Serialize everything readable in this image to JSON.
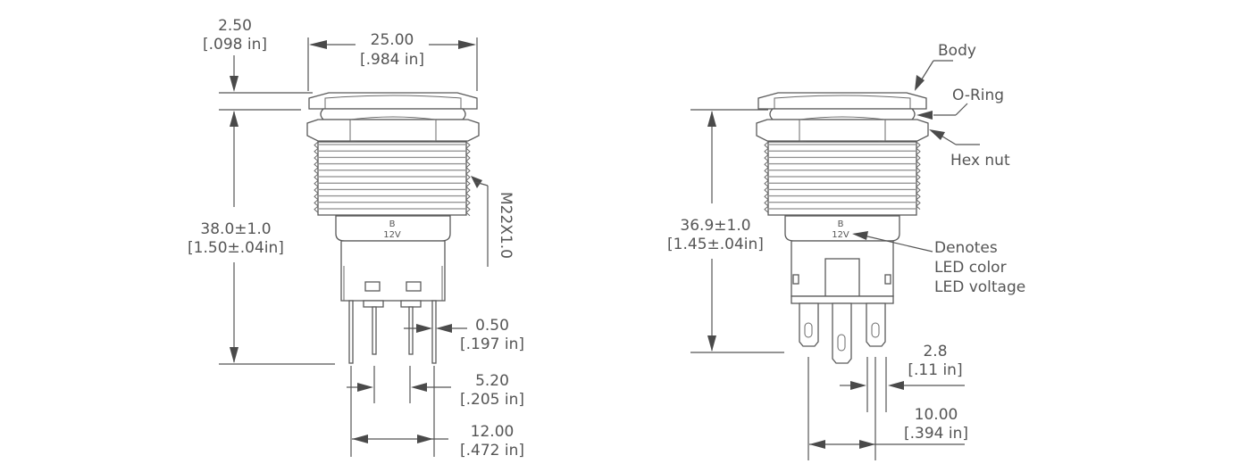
{
  "left_view": {
    "dim_flange_thickness": {
      "mm": "2.50",
      "in": "[.098 in]"
    },
    "dim_width": {
      "mm": "25.00",
      "in": "[.984 in]"
    },
    "dim_height": {
      "mm": "38.0±1.0",
      "in": "[1.50±.04in]"
    },
    "thread_spec": "M22X1.0",
    "marking": {
      "color_code": "B",
      "voltage": "12V"
    },
    "dim_pin_width": {
      "mm": "0.50",
      "in": "[.197 in]"
    },
    "dim_pin_gap": {
      "mm": "5.20",
      "in": "[.205 in]"
    },
    "dim_pin_span": {
      "mm": "12.00",
      "in": "[.472 in]"
    }
  },
  "right_view": {
    "dim_height": {
      "mm": "36.9±1.0",
      "in": "[1.45±.04in]"
    },
    "marking": {
      "color_code": "B",
      "voltage": "12V"
    },
    "callouts": {
      "body": "Body",
      "o_ring": "O-Ring",
      "hex_nut": "Hex nut",
      "denotes_line1": "Denotes",
      "denotes_line2": "LED color",
      "denotes_line3": "LED voltage"
    },
    "dim_terminal_width": {
      "mm": "2.8",
      "in": "[.11 in]"
    },
    "dim_terminal_span": {
      "mm": "10.00",
      "in": "[.394 in]"
    }
  }
}
